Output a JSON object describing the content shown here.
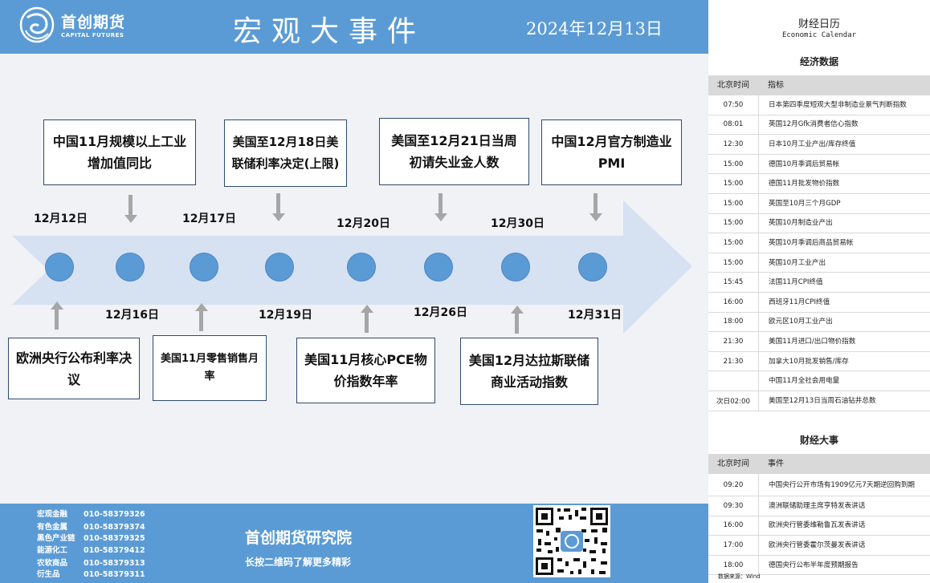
{
  "header": {
    "logo_cn": "首创期货",
    "logo_en": "CAPITAL FUTURES",
    "title": "宏观大事件",
    "date": "2024年12月13日"
  },
  "timeline": {
    "top_events": [
      "中国11月规模以上工业增加值同比",
      "美国至12月18日美联储利率决定(上限)",
      "美国至12月21日当周初请失业金人数",
      "中国12月官方制造业PMI"
    ],
    "bottom_events": [
      "欧洲央行公布利率决议",
      "美国11月零售销售月率",
      "美国11月核心PCE物价指数年率",
      "美国12月达拉斯联储商业活动指数"
    ],
    "top_dates": [
      "12月12日",
      "12月17日",
      "12月20日",
      "12月30日"
    ],
    "bottom_dates": [
      "12月16日",
      "12月19日",
      "12月26日",
      "12月31日"
    ]
  },
  "footer": {
    "contacts": [
      {
        "name": "宏观金融",
        "phone": "010-58379326"
      },
      {
        "name": "有色金属",
        "phone": "010-58379374"
      },
      {
        "name": "黑色产业链",
        "phone": "010-58379325"
      },
      {
        "name": "能源化工",
        "phone": "010-58379412"
      },
      {
        "name": "农软商品",
        "phone": "010-58379313"
      },
      {
        "name": "衍生品",
        "phone": "010-58379311"
      }
    ],
    "title": "首创期货研究院",
    "subtitle": "长按二维码了解更多精彩"
  },
  "calendar": {
    "title": "财经日历",
    "title_en": "Economic Calendar",
    "econ_title": "经济数据",
    "col_time": "北京时间",
    "col_indicator": "指标",
    "econ_rows": [
      {
        "time": "07:50",
        "text": "日本第四季度短观大型非制造业景气判断指数"
      },
      {
        "time": "08:01",
        "text": "英国12月Gfk消费者信心指数"
      },
      {
        "time": "12:30",
        "text": "日本10月工业产出/库存终值"
      },
      {
        "time": "15:00",
        "text": "德国10月季调后贸易帐"
      },
      {
        "time": "15:00",
        "text": "德国11月批发物价指数"
      },
      {
        "time": "15:00",
        "text": "英国至10月三个月GDP"
      },
      {
        "time": "15:00",
        "text": "英国10月制造业产出"
      },
      {
        "time": "15:00",
        "text": "英国10月季调后商品贸易帐"
      },
      {
        "time": "15:00",
        "text": "英国10月工业产出"
      },
      {
        "time": "15:45",
        "text": "法国11月CPI终值"
      },
      {
        "time": "16:00",
        "text": "西班牙11月CPI终值"
      },
      {
        "time": "18:00",
        "text": "欧元区10月工业产出"
      },
      {
        "time": "21:30",
        "text": "美国11月进口/出口物价指数"
      },
      {
        "time": "21:30",
        "text": "加拿大10月批发销售/库存"
      },
      {
        "time": "",
        "text": "中国11月全社会用电量"
      },
      {
        "time": "次日02:00",
        "text": "美国至12月13日当周石油钻井总数"
      }
    ],
    "events_title": "财经大事",
    "col_event": "事件",
    "event_rows": [
      {
        "time": "09:20",
        "text": "中国央行公开市场有1909亿元7天期逆回购到期"
      },
      {
        "time": "09:30",
        "text": "澳洲联储助理主席亨特发表讲话"
      },
      {
        "time": "16:00",
        "text": "欧洲央行管委维勒鲁瓦发表讲话"
      },
      {
        "time": "17:00",
        "text": "欧洲央行管委霍尔茨曼发表讲话"
      },
      {
        "time": "18:00",
        "text": "德国央行公布半年度预期报告"
      }
    ],
    "source": "数据来源：Wind"
  },
  "colors": {
    "accent": "#5b9bd5",
    "arrow": "#d6e1f2",
    "connector": "#a6a6a6"
  }
}
